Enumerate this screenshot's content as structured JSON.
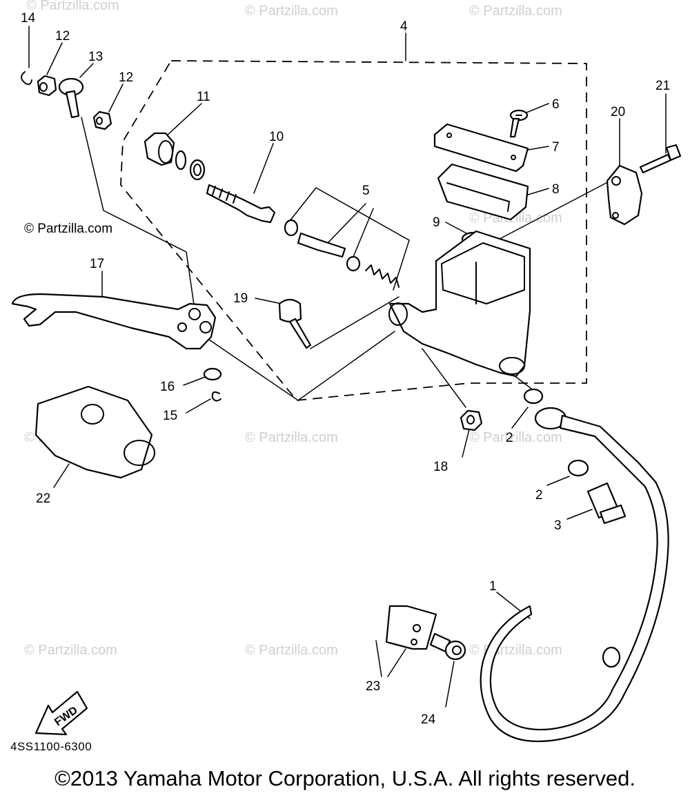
{
  "watermark": "© Partzilla.com",
  "fwd_label": "FWD",
  "diagram_code": "4SS1100-6300",
  "copyright": "©2013 Yamaha Motor Corporation, U.S.A. All rights reserved.",
  "callouts": {
    "c1": "1",
    "c2a": "2",
    "c2b": "2",
    "c3": "3",
    "c4": "4",
    "c5": "5",
    "c6": "6",
    "c7": "7",
    "c8": "8",
    "c9": "9",
    "c10": "10",
    "c11": "11",
    "c12a": "12",
    "c12b": "12",
    "c13": "13",
    "c14": "14",
    "c15": "15",
    "c16": "16",
    "c17": "17",
    "c18": "18",
    "c19": "19",
    "c20": "20",
    "c21": "21",
    "c22": "22",
    "c23": "23",
    "c24": "24"
  }
}
